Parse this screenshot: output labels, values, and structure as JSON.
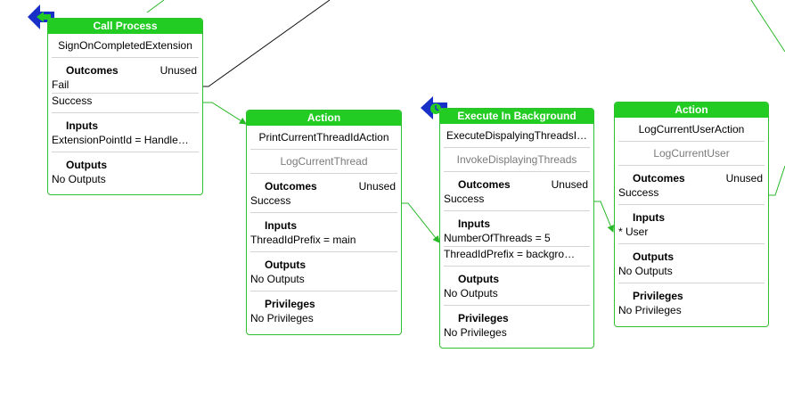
{
  "colors": {
    "header": "#22cc22",
    "border": "#2fbf2f",
    "wire_green": "#28b828",
    "wire_black": "#111111",
    "icon_blue": "#1830c8",
    "icon_green": "#22cc22"
  },
  "nodes": [
    {
      "id": "call-process",
      "header": "Call Process",
      "title": "SignOnCompletedExtension",
      "subtitle": "",
      "outcomes_title": "Outcomes",
      "outcomes_note": "Unused",
      "outcomes": [
        "Fail",
        "Success"
      ],
      "inputs_title": "Inputs",
      "inputs": [
        "ExtensionPointId = Handle…"
      ],
      "outputs_title": "Outputs",
      "outputs": [
        "No Outputs"
      ],
      "privileges_title": "",
      "privileges": []
    },
    {
      "id": "action-1",
      "header": "Action",
      "title": "PrintCurrentThreadIdAction",
      "subtitle": "LogCurrentThread",
      "outcomes_title": "Outcomes",
      "outcomes_note": "Unused",
      "outcomes": [
        "Success"
      ],
      "inputs_title": "Inputs",
      "inputs": [
        "ThreadIdPrefix = main"
      ],
      "outputs_title": "Outputs",
      "outputs": [
        "No Outputs"
      ],
      "privileges_title": "Privileges",
      "privileges": [
        "No Privileges"
      ]
    },
    {
      "id": "execute-background",
      "header": "Execute In Background",
      "title": "ExecuteDispalyingThreadsI…",
      "subtitle": "InvokeDisplayingThreads",
      "outcomes_title": "Outcomes",
      "outcomes_note": "Unused",
      "outcomes": [
        "Success"
      ],
      "inputs_title": "Inputs",
      "inputs": [
        "NumberOfThreads = 5",
        "ThreadIdPrefix = backgro…"
      ],
      "outputs_title": "Outputs",
      "outputs": [
        "No Outputs"
      ],
      "privileges_title": "Privileges",
      "privileges": [
        "No Privileges"
      ]
    },
    {
      "id": "action-2",
      "header": "Action",
      "title": "LogCurrentUserAction",
      "subtitle": "LogCurrentUser",
      "outcomes_title": "Outcomes",
      "outcomes_note": "Unused",
      "outcomes": [
        "Success"
      ],
      "inputs_title": "Inputs",
      "inputs": [
        "* User"
      ],
      "outputs_title": "Outputs",
      "outputs": [
        "No Outputs"
      ],
      "privileges_title": "Privileges",
      "privileges": [
        "No Privileges"
      ]
    }
  ]
}
